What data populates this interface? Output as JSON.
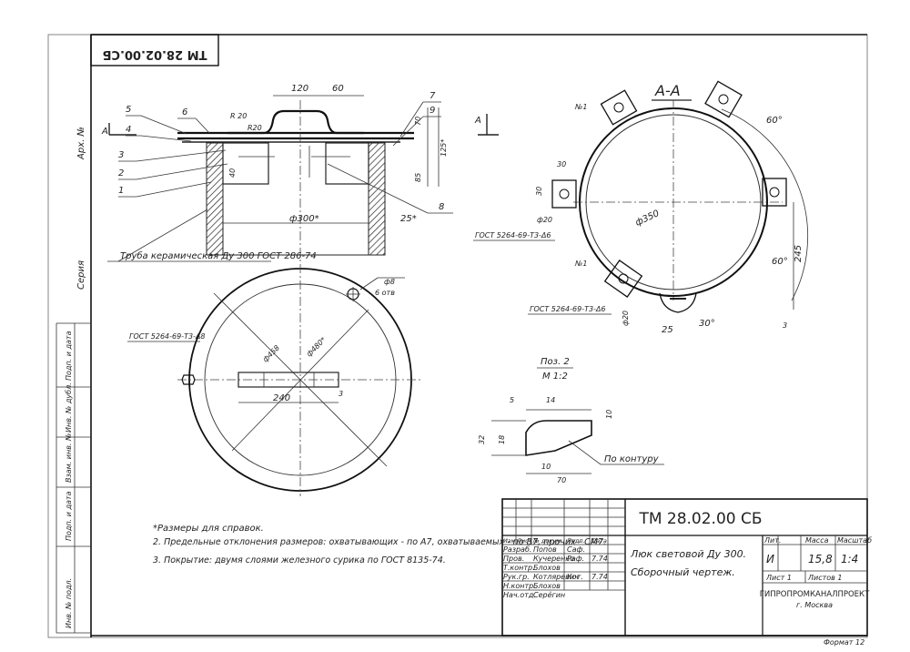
{
  "stamp": {
    "code_rotated": "ТМ 28.02.00.СБ"
  },
  "margin": {
    "arch_no": "Арх. №",
    "series": "Серия",
    "columns": [
      "Подп. и дата",
      "Инв. № дубл.",
      "Взам. инв. №",
      "Подп. и дата",
      "Инв. № подл."
    ]
  },
  "section": {
    "title": "А-А"
  },
  "dims": {
    "d120": "120",
    "d60": "60",
    "r20a": "R 20",
    "r20b": "R20",
    "d70": "70",
    "d125": "125*",
    "d85": "85",
    "d40": "40",
    "d300": "ф300*",
    "d25": "25*",
    "arrowA": "А",
    "d60deg": "60°",
    "d350": "ф350",
    "d245": "245",
    "d30deg": "30°",
    "d25b": "25",
    "d30a": "30",
    "d30b": "30",
    "d20": "ф20",
    "d20b": "ф20",
    "d480": "ф480*",
    "d458": "ф458",
    "d240": "240",
    "hole": "ф8",
    "hole2": "6 отв",
    "d5": "5",
    "d14": "14",
    "d10": "10",
    "d32": "32",
    "d18": "18",
    "d10b": "10",
    "d70b": "70",
    "weld": "3",
    "no1": "№1",
    "no1b": "№1"
  },
  "callouts": [
    "5",
    "4",
    "3",
    "2",
    "1",
    "6",
    "7",
    "9",
    "8"
  ],
  "labels": {
    "pipe": "Труба керамическая Ду 300 ГОСТ 286-74",
    "gost_a": "ГОСТ 5264-69-Т3-Δ8",
    "gost_b": "ГОСТ 5264-69-Т3-Δ6",
    "gost_c": "ГОСТ 5264-69-Т3-Δ6",
    "pos2": "Поз. 2",
    "pos2_scale": "М 1:2",
    "contour": "По контуру"
  },
  "notes": [
    "*Размеры для справок.",
    "2. Предельные отклонения размеров: охватывающих - по А7, охватываемых - по В7, прочих - СМ7.",
    "3. Покрытие: двумя слоями железного сурика по ГОСТ 8135-74."
  ],
  "title_block": {
    "code": "ТМ 28.02.00 СБ",
    "name_line1": "Люк световой Ду 300.",
    "name_line2": "Сборочный чертеж.",
    "lit_header": "Лит.",
    "mass_header": "Масса",
    "scale_header": "Масштаб",
    "lit": "И",
    "mass": "15,8",
    "scale": "1:4",
    "sheet": "Лист 1",
    "sheets": "Листов 1",
    "org": "ГИПРОПРОМКАНАЛПРОЕКТ",
    "city": "г. Москва",
    "format": "Формат 12",
    "headers": [
      "Изм",
      "Лист",
      "№ докум.",
      "Подп.",
      "Дата"
    ],
    "rows": [
      {
        "role": "Разраб.",
        "name": "Попов",
        "sign": "Саф.",
        "date": ""
      },
      {
        "role": "Пров.",
        "name": "Кучеренко",
        "sign": "Раф.",
        "date": "7.74"
      },
      {
        "role": "Т.контр.",
        "name": "Блохов",
        "sign": "",
        "date": ""
      },
      {
        "role": "Рук.гр.",
        "name": "Котляревич",
        "sign": "Кот.",
        "date": "7.74"
      },
      {
        "role": "Н.контр.",
        "name": "Блохов",
        "sign": "",
        "date": ""
      },
      {
        "role": "Нач.отд.",
        "name": "Серёгин",
        "sign": "",
        "date": ""
      }
    ]
  }
}
